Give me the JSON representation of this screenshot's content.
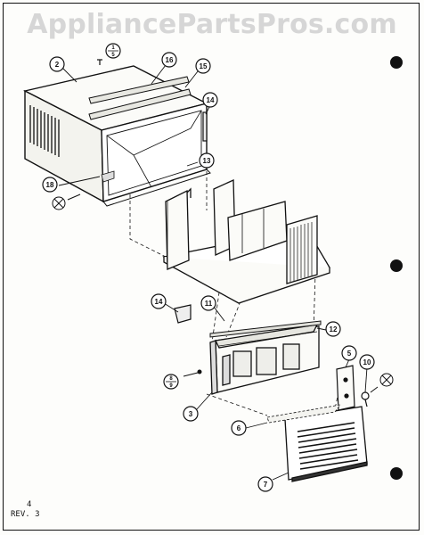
{
  "watermark": "AppliancePartsPros.com",
  "footer": {
    "page_number": "4",
    "revision": "REV. 3"
  },
  "callouts": [
    {
      "id": "c2",
      "label": "2"
    },
    {
      "id": "c16",
      "label": "16"
    },
    {
      "id": "c15",
      "label": "15"
    },
    {
      "id": "c14a",
      "label": "14"
    },
    {
      "id": "c13",
      "label": "13"
    },
    {
      "id": "c18",
      "label": "18"
    },
    {
      "id": "c14b",
      "label": "14"
    },
    {
      "id": "c11",
      "label": "11"
    },
    {
      "id": "c12",
      "label": "12"
    },
    {
      "id": "c5",
      "label": "5"
    },
    {
      "id": "c10",
      "label": "10"
    },
    {
      "id": "c3",
      "label": "3"
    },
    {
      "id": "c6",
      "label": "6"
    },
    {
      "id": "c7",
      "label": "7"
    }
  ],
  "fractions": [
    {
      "id": "f1",
      "top": "1",
      "bottom": "5"
    },
    {
      "id": "f2",
      "top": "8",
      "bottom": "9"
    }
  ]
}
